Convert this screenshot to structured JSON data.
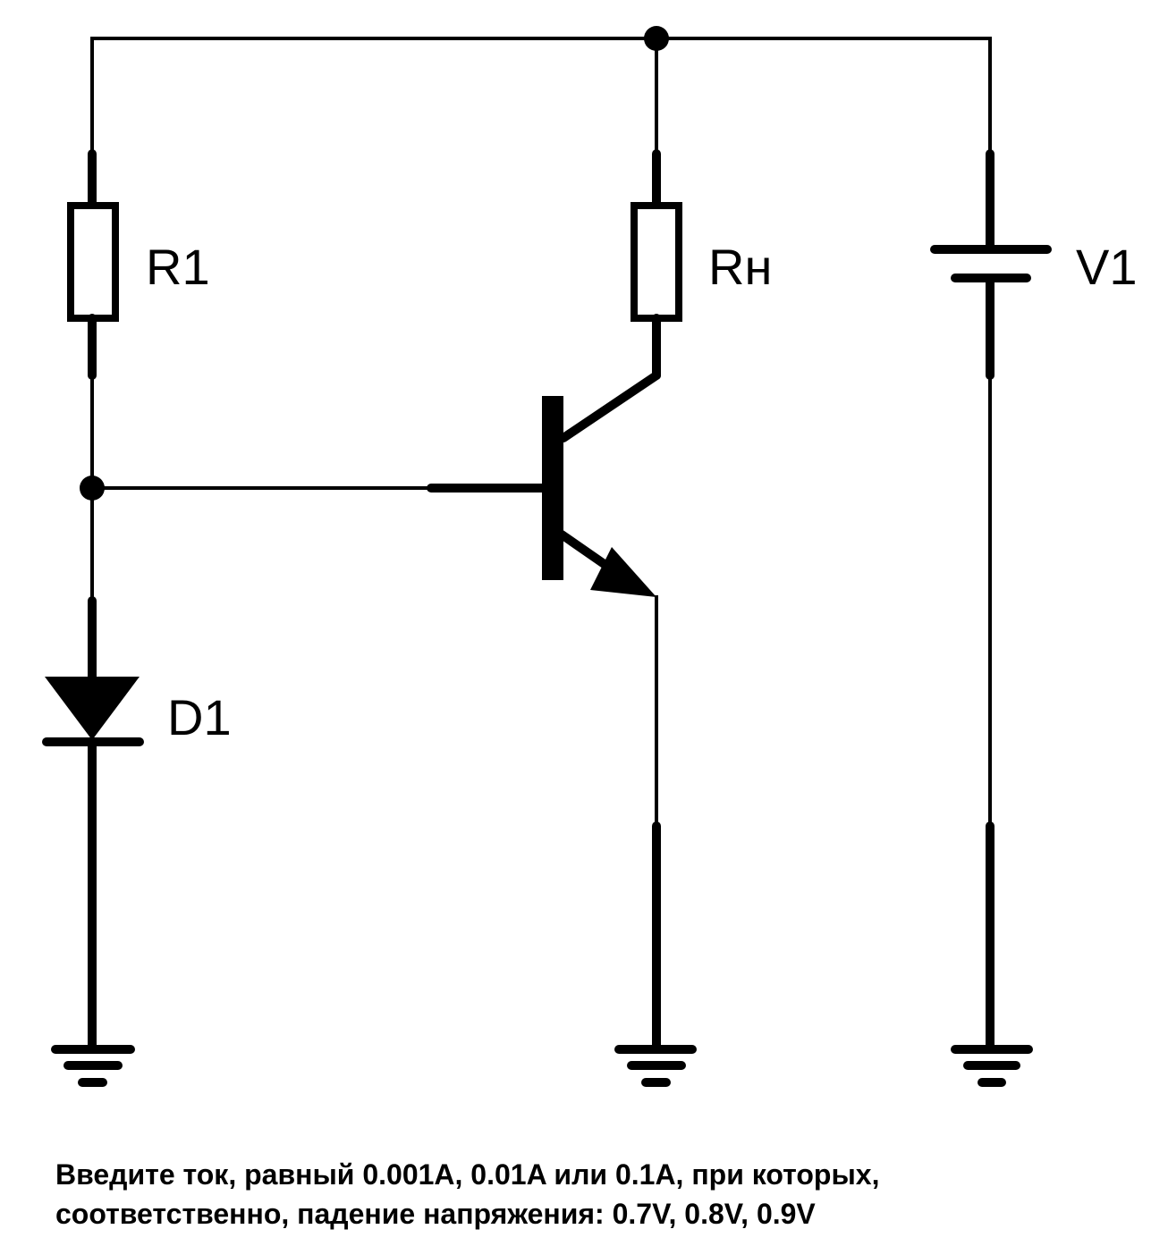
{
  "components": {
    "r1": {
      "label": "R1"
    },
    "rn": {
      "label": "Rн"
    },
    "v1": {
      "label": "V1"
    },
    "d1": {
      "label": "D1"
    }
  },
  "caption": {
    "line1": "Введите ток, равный 0.001A, 0.01A или 0.1A, при которых,",
    "line2": "соответственно, падение напряжения: 0.7V, 0.8V, 0.9V"
  }
}
